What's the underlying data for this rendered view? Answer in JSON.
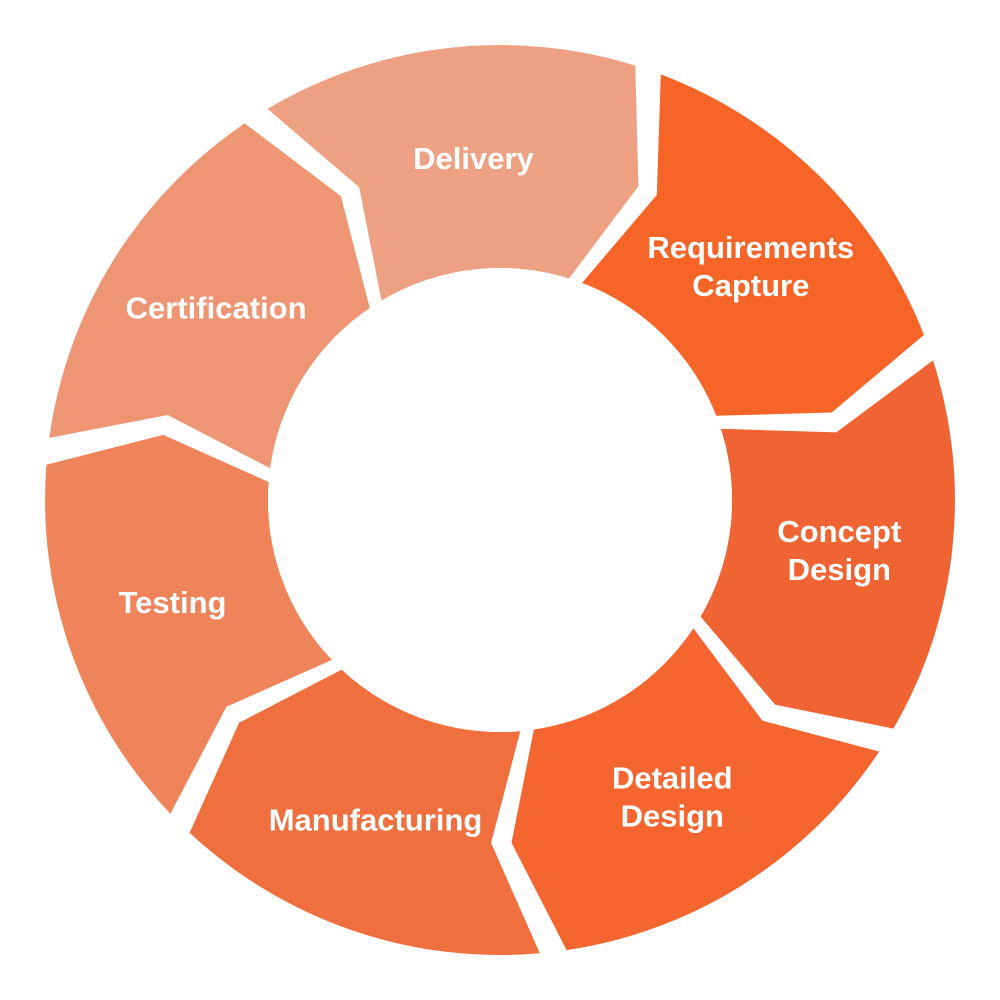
{
  "diagram": {
    "stages": [
      {
        "lines": [
          "Requirements",
          "Capture"
        ],
        "color": "#F66527"
      },
      {
        "lines": [
          "Concept",
          "Design"
        ],
        "color": "#F06433"
      },
      {
        "lines": [
          "Detailed",
          "Design"
        ],
        "color": "#F46530"
      },
      {
        "lines": [
          "Manufacturing"
        ],
        "color": "#EF703E"
      },
      {
        "lines": [
          "Testing"
        ],
        "color": "#EF835A"
      },
      {
        "lines": [
          "Certification"
        ],
        "color": "#EE9573"
      },
      {
        "lines": [
          "Delivery"
        ],
        "color": "#EEA083"
      }
    ]
  }
}
